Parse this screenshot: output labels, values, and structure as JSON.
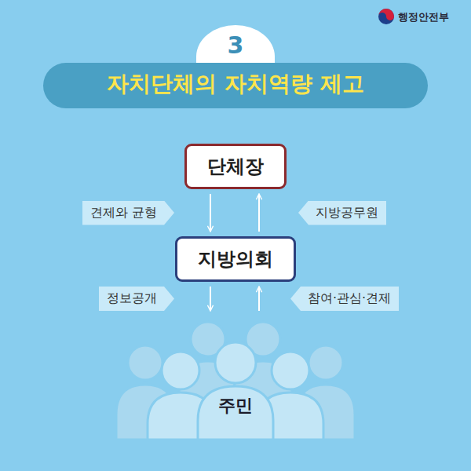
{
  "diagram": {
    "title": "자치단체의 자치역량 제고",
    "nodes": [
      {
        "text": [
          "단체장"
        ]
      },
      {
        "text": [
          "지방의회"
        ]
      },
      {
        "text": [
          "주민"
        ]
      }
    ],
    "edges": [
      {
        "from": 0,
        "to": 1,
        "arrow": "to",
        "label": "견제와 균형"
      },
      {
        "from": 1,
        "to": 0,
        "arrow": "to",
        "label": "지방공무원"
      },
      {
        "from": 1,
        "to": 2,
        "arrow": "to",
        "label": "정보공개"
      },
      {
        "from": 2,
        "to": 1,
        "arrow": "to",
        "label": "참여·관심·견제"
      }
    ],
    "labels": [
      "3",
      "행정안전부"
    ]
  }
}
